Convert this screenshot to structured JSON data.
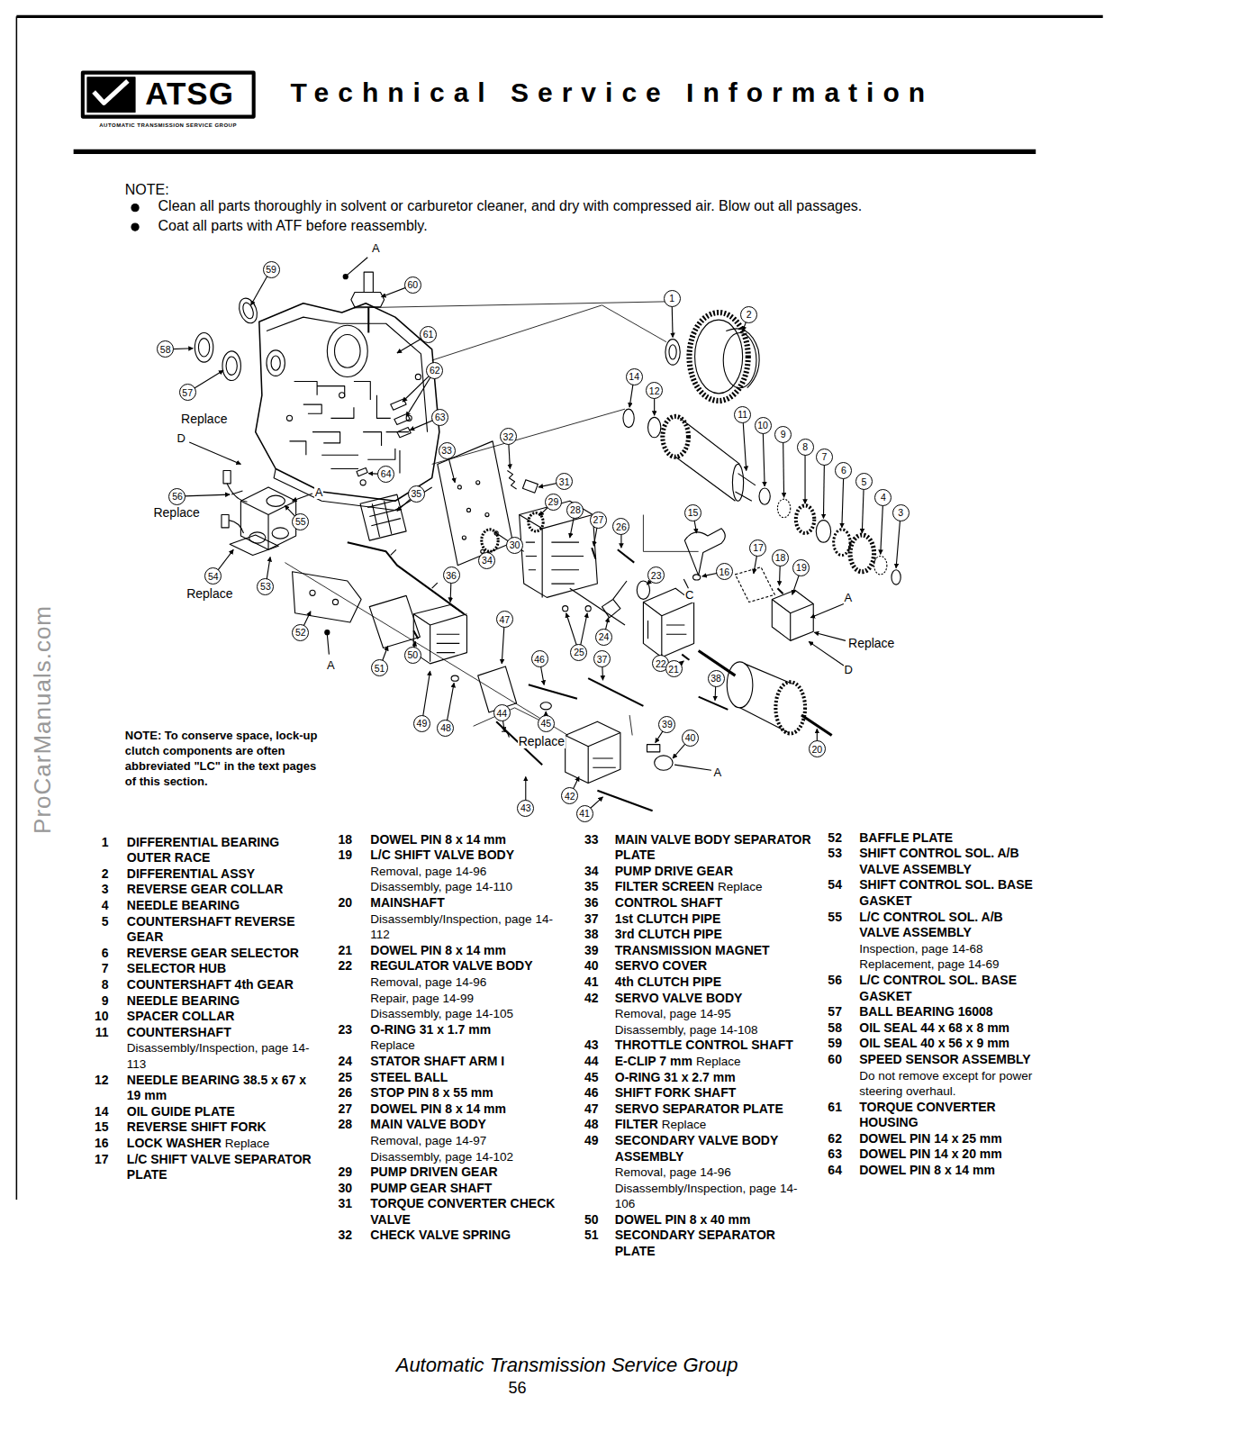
{
  "diagram": {
    "title": "Technical Service Information",
    "nodes": [
      {
        "text": [
          "59"
        ]
      },
      {
        "text": [
          "60"
        ]
      },
      {
        "text": [
          "1"
        ]
      },
      {
        "text": [
          "2"
        ]
      },
      {
        "text": [
          "61"
        ]
      },
      {
        "text": [
          "58"
        ]
      },
      {
        "text": [
          "62"
        ]
      },
      {
        "text": [
          "14"
        ]
      },
      {
        "text": [
          "12"
        ]
      },
      {
        "text": [
          "57"
        ]
      },
      {
        "text": [
          "11"
        ]
      },
      {
        "text": [
          "63"
        ]
      },
      {
        "text": [
          "10"
        ]
      },
      {
        "text": [
          "9"
        ]
      },
      {
        "text": [
          "32"
        ]
      },
      {
        "text": [
          "8"
        ]
      },
      {
        "text": [
          "33"
        ]
      },
      {
        "text": [
          "7"
        ]
      },
      {
        "text": [
          "6"
        ]
      },
      {
        "text": [
          "64"
        ]
      },
      {
        "text": [
          "5"
        ]
      },
      {
        "text": [
          "31"
        ]
      },
      {
        "text": [
          "35"
        ]
      },
      {
        "text": [
          "56"
        ]
      },
      {
        "text": [
          "4"
        ]
      },
      {
        "text": [
          "29"
        ]
      },
      {
        "text": [
          "28"
        ]
      },
      {
        "text": [
          "15"
        ]
      },
      {
        "text": [
          "3"
        ]
      },
      {
        "text": [
          "27"
        ]
      },
      {
        "text": [
          "55"
        ]
      },
      {
        "text": [
          "26"
        ]
      },
      {
        "text": [
          "30"
        ]
      },
      {
        "text": [
          "17"
        ]
      },
      {
        "text": [
          "18"
        ]
      },
      {
        "text": [
          "34"
        ]
      },
      {
        "text": [
          "19"
        ]
      },
      {
        "text": [
          "16"
        ]
      },
      {
        "text": [
          "23"
        ]
      },
      {
        "text": [
          "36"
        ]
      },
      {
        "text": [
          "54"
        ]
      },
      {
        "text": [
          "53"
        ]
      },
      {
        "text": [
          "47"
        ]
      },
      {
        "text": [
          "52"
        ]
      },
      {
        "text": [
          "24"
        ]
      },
      {
        "text": [
          "25"
        ]
      },
      {
        "text": [
          "50"
        ]
      },
      {
        "text": [
          "46"
        ]
      },
      {
        "text": [
          "37"
        ]
      },
      {
        "text": [
          "22"
        ]
      },
      {
        "text": [
          "51"
        ]
      },
      {
        "text": [
          "21"
        ]
      },
      {
        "text": [
          "38"
        ]
      },
      {
        "text": [
          "44"
        ]
      },
      {
        "text": [
          "49"
        ]
      },
      {
        "text": [
          "45"
        ]
      },
      {
        "text": [
          "39"
        ]
      },
      {
        "text": [
          "48"
        ]
      },
      {
        "text": [
          "40"
        ]
      },
      {
        "text": [
          "20"
        ]
      },
      {
        "text": [
          "42"
        ]
      },
      {
        "text": [
          "43"
        ]
      },
      {
        "text": [
          "41"
        ]
      }
    ],
    "labels": [
      "ATSG",
      "AUTOMATIC TRANSMISSION SERVICE GROUP",
      "NOTE:",
      "Clean all parts thoroughly in solvent or carburetor cleaner, and dry with compressed air. Blow out all passages.",
      "Coat all parts with ATF before reassembly.",
      "NOTE: To conserve space, lock-up clutch components are often abbreviated \"LC\" in the text pages of this section.",
      "A",
      "Replace",
      "D",
      "A",
      "Replace",
      "Replace",
      "C",
      "A",
      "Replace",
      "D",
      "A",
      "Replace",
      "A",
      "ProCarManuals.com",
      "Automatic Transmission Service Group",
      "56",
      "1",
      "DIFFERENTIAL BEARING OUTER RACE",
      "2",
      "DIFFERENTIAL ASSY",
      "3",
      "REVERSE GEAR COLLAR",
      "4",
      "NEEDLE BEARING",
      "5",
      "COUNTERSHAFT REVERSE GEAR",
      "6",
      "REVERSE GEAR SELECTOR",
      "7",
      "SELECTOR HUB",
      "8",
      "COUNTERSHAFT 4th GEAR",
      "9",
      "NEEDLE BEARING",
      "10",
      "SPACER COLLAR",
      "11",
      "COUNTERSHAFT",
      "Disassembly/Inspection, page 14-113",
      "12",
      "NEEDLE BEARING 38.5 x 67 x 19 mm",
      "14",
      "OIL GUIDE PLATE",
      "15",
      "REVERSE SHIFT FORK",
      "16",
      "LOCK WASHER",
      "Replace",
      "17",
      "L/C SHIFT VALVE SEPARATOR PLATE",
      "18",
      "DOWEL PIN 8 x 14 mm",
      "19",
      "L/C SHIFT VALVE BODY",
      "Removal, page 14-96",
      "Disassembly, page 14-110",
      "20",
      "MAINSHAFT",
      "Disassembly/Inspection, page 14-112",
      "21",
      "DOWEL PIN 8 x 14 mm",
      "22",
      "REGULATOR VALVE BODY",
      "Removal, page 14-96",
      "Repair, page 14-99",
      "Disassembly, page 14-105",
      "23",
      "O-RING 31 x 1.7 mm",
      "Replace",
      "24",
      "STATOR SHAFT ARM I",
      "25",
      "STEEL BALL",
      "26",
      "STOP PIN 8 x 55 mm",
      "27",
      "DOWEL PIN 8 x 14 mm",
      "28",
      "MAIN VALVE BODY",
      "Removal, page 14-97",
      "Disassembly, page 14-102",
      "29",
      "PUMP DRIVEN GEAR",
      "30",
      "PUMP GEAR SHAFT",
      "31",
      "TORQUE CONVERTER CHECK VALVE",
      "32",
      "CHECK VALVE SPRING",
      "33",
      "MAIN VALVE BODY SEPARATOR PLATE",
      "34",
      "PUMP DRIVE GEAR",
      "35",
      "FILTER SCREEN",
      "Replace",
      "36",
      "CONTROL SHAFT",
      "37",
      "1st CLUTCH PIPE",
      "38",
      "3rd CLUTCH PIPE",
      "39",
      "TRANSMISSION MAGNET",
      "40",
      "SERVO COVER",
      "41",
      "4th CLUTCH PIPE",
      "42",
      "SERVO VALVE BODY",
      "Removal, page 14-95",
      "Disassembly, page 14-108",
      "43",
      "THROTTLE CONTROL SHAFT",
      "44",
      "E-CLIP 7 mm",
      "Replace",
      "45",
      "O-RING 31 x 2.7 mm",
      "46",
      "SHIFT FORK SHAFT",
      "47",
      "SERVO SEPARATOR PLATE",
      "48",
      "FILTER",
      "Replace",
      "49",
      "SECONDARY VALVE BODY ASSEMBLY",
      "Removal, page 14-96",
      "Disassembly/Inspection, page 14-106",
      "50",
      "DOWEL PIN 8 x 40 mm",
      "51",
      "SECONDARY SEPARATOR PLATE",
      "52",
      "BAFFLE PLATE",
      "53",
      "SHIFT CONTROL SOL. A/B VALVE ASSEMBLY",
      "54",
      "SHIFT CONTROL SOL. BASE GASKET",
      "55",
      "L/C CONTROL SOL. A/B VALVE ASSEMBLY",
      "Inspection, page 14-68",
      "Replacement, page 14-69",
      "56",
      "L/C CONTROL SOL. BASE GASKET",
      "57",
      "BALL BEARING 16008",
      "58",
      "OIL SEAL 44 x 68 x 8 mm",
      "59",
      "OIL SEAL 40 x 56 x 9 mm",
      "60",
      "SPEED SENSOR ASSEMBLY",
      "Do not remove except for power steering overhaul.",
      "61",
      "TORQUE CONVERTER HOUSING",
      "62",
      "DOWEL PIN 14 x 25 mm",
      "63",
      "DOWEL PIN 14 x 20 mm",
      "64",
      "DOWEL PIN 8 x 14 mm"
    ]
  }
}
